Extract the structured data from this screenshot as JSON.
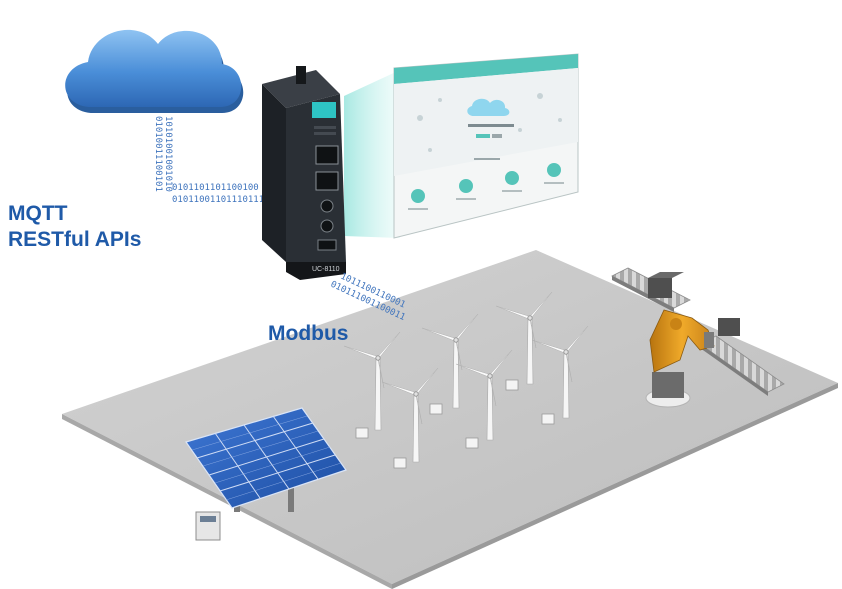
{
  "labels": {
    "mqtt": "MQTT",
    "restful": "RESTful APIs",
    "modbus": "Modbus"
  },
  "device": {
    "model": "UC-8110"
  },
  "data_streams": {
    "cloud_link_col1": "01010011100101",
    "cloud_link_col2": "10101001001010",
    "cloud_link_row1": "0101101101100100",
    "cloud_link_row2": "0101100110111011100",
    "modbus_link_row1": "1011100110001",
    "modbus_link_row2": "010111001100011"
  },
  "colors": {
    "label_blue": "#1f5aa8",
    "cloud_blue": "#4a8ed8",
    "ground_gray": "#c9c9c9",
    "solar_blue": "#2d5fb8",
    "robot_orange": "#e09a1e",
    "screen_teal": "#55c4b9"
  }
}
